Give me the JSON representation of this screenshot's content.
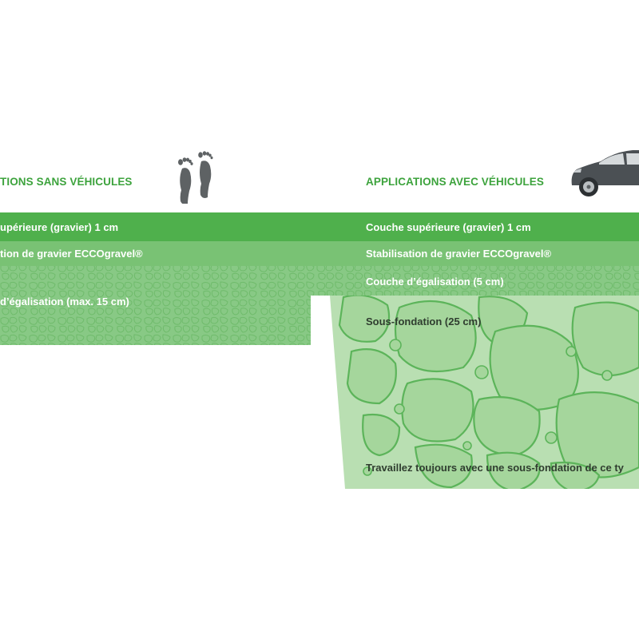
{
  "colors": {
    "brand_green": "#3da33d",
    "band_top": "#4fb04c",
    "band_stab": "#79c274",
    "band_level": "#88c985",
    "subbase": "#b9dfb2",
    "stone_line": "#5cb45a",
    "foot_icon": "#5e6264",
    "car_body": "#4b5054"
  },
  "left": {
    "heading": "TIONS SANS VÉHICULES",
    "layer_top": "upérieure (gravier) 1 cm",
    "layer_stabilisation": "tion de gravier ECCOgravel®",
    "layer_leveling": "d’égalisation (max. 15 cm)",
    "icon": "footprints-icon"
  },
  "right": {
    "heading": "APPLICATIONS AVEC VÉHICULES",
    "layer_top": "Couche supérieure (gravier) 1 cm",
    "layer_stabilisation": "Stabilisation de gravier ECCOgravel®",
    "layer_leveling": "Couche d’égalisation (5 cm)",
    "layer_subbase": "Sous-fondation (25 cm)",
    "note": "Travaillez toujours avec une sous-fondation de ce ty",
    "icon": "car-icon"
  }
}
